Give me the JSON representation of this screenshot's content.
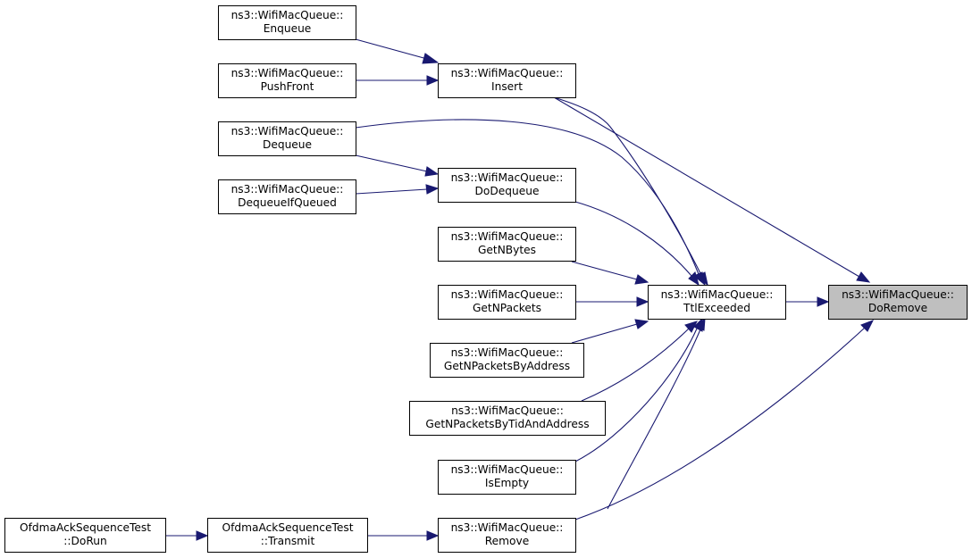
{
  "diagram": {
    "nodes": [
      {
        "id": "enqueue",
        "lines": [
          "ns3::WifiMacQueue::",
          "Enqueue"
        ],
        "highlight": false
      },
      {
        "id": "pushfront",
        "lines": [
          "ns3::WifiMacQueue::",
          "PushFront"
        ],
        "highlight": false
      },
      {
        "id": "dequeue",
        "lines": [
          "ns3::WifiMacQueue::",
          "Dequeue"
        ],
        "highlight": false
      },
      {
        "id": "dequeueifqueued",
        "lines": [
          "ns3::WifiMacQueue::",
          "DequeueIfQueued"
        ],
        "highlight": false
      },
      {
        "id": "insert",
        "lines": [
          "ns3::WifiMacQueue::",
          "Insert"
        ],
        "highlight": false
      },
      {
        "id": "dodequeue",
        "lines": [
          "ns3::WifiMacQueue::",
          "DoDequeue"
        ],
        "highlight": false
      },
      {
        "id": "getnbytes",
        "lines": [
          "ns3::WifiMacQueue::",
          "GetNBytes"
        ],
        "highlight": false
      },
      {
        "id": "getnpackets",
        "lines": [
          "ns3::WifiMacQueue::",
          "GetNPackets"
        ],
        "highlight": false
      },
      {
        "id": "getnpacketsbyaddress",
        "lines": [
          "ns3::WifiMacQueue::",
          "GetNPacketsByAddress"
        ],
        "highlight": false
      },
      {
        "id": "getnpacketsbytidandaddress",
        "lines": [
          "ns3::WifiMacQueue::",
          "GetNPacketsByTidAndAddress"
        ],
        "highlight": false
      },
      {
        "id": "isempty",
        "lines": [
          "ns3::WifiMacQueue::",
          "IsEmpty"
        ],
        "highlight": false
      },
      {
        "id": "remove",
        "lines": [
          "ns3::WifiMacQueue::",
          "Remove"
        ],
        "highlight": false
      },
      {
        "id": "ttlexceeded",
        "lines": [
          "ns3::WifiMacQueue::",
          "TtlExceeded"
        ],
        "highlight": false
      },
      {
        "id": "doremove",
        "lines": [
          "ns3::WifiMacQueue::",
          "DoRemove"
        ],
        "highlight": true
      },
      {
        "id": "dorun",
        "lines": [
          "OfdmaAckSequenceTest",
          "::DoRun"
        ],
        "highlight": false
      },
      {
        "id": "transmit",
        "lines": [
          "OfdmaAckSequenceTest",
          "::Transmit"
        ],
        "highlight": false
      }
    ],
    "edges": [
      {
        "from": "enqueue",
        "to": "insert"
      },
      {
        "from": "pushfront",
        "to": "insert"
      },
      {
        "from": "dequeue",
        "to": "dodequeue"
      },
      {
        "from": "dequeueifqueued",
        "to": "dodequeue"
      },
      {
        "from": "insert",
        "to": "ttlexceeded"
      },
      {
        "from": "dequeue",
        "to": "ttlexceeded"
      },
      {
        "from": "dodequeue",
        "to": "ttlexceeded"
      },
      {
        "from": "getnbytes",
        "to": "ttlexceeded"
      },
      {
        "from": "getnpackets",
        "to": "ttlexceeded"
      },
      {
        "from": "getnpacketsbyaddress",
        "to": "ttlexceeded"
      },
      {
        "from": "getnpacketsbytidandaddress",
        "to": "ttlexceeded"
      },
      {
        "from": "isempty",
        "to": "ttlexceeded"
      },
      {
        "from": "remove",
        "to": "ttlexceeded"
      },
      {
        "from": "ttlexceeded",
        "to": "doremove"
      },
      {
        "from": "insert",
        "to": "doremove"
      },
      {
        "from": "remove",
        "to": "doremove"
      },
      {
        "from": "dorun",
        "to": "transmit"
      },
      {
        "from": "transmit",
        "to": "remove"
      }
    ],
    "colors": {
      "edge": "#191970",
      "highlight_fill": "#bfbfbf",
      "node_fill": "#ffffff",
      "border": "#000000"
    }
  }
}
